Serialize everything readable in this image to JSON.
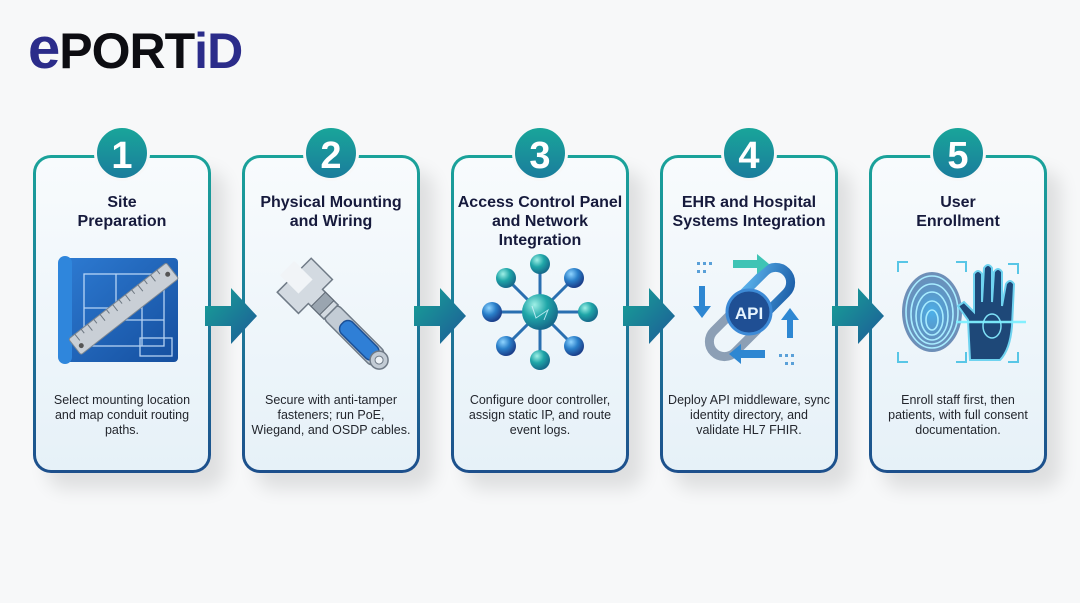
{
  "brand": {
    "logo_e": "e",
    "logo_port": "PORT",
    "logo_id": "iD",
    "colors": {
      "navy": "#2b2c8a",
      "black": "#0d0d12",
      "teal": "#19a59a",
      "blue": "#1d4f8c"
    }
  },
  "steps": [
    {
      "number": "1",
      "title": "Site Preparation",
      "icon": "blueprint-ruler-icon",
      "description": "Select mounting location and map conduit routing paths."
    },
    {
      "number": "2",
      "title": "Physical Mounting and Wiring",
      "icon": "wrench-icon",
      "description": "Secure with anti-tamper fasteners; run PoE, Wiegand, and OSDP cables."
    },
    {
      "number": "3",
      "title": "Access Control Panel and Network Integration",
      "icon": "network-hub-icon",
      "description": "Configure door controller, assign static IP, and route event logs."
    },
    {
      "number": "4",
      "title": "EHR and Hospital Systems Integration",
      "icon": "api-chain-link-icon",
      "icon_label": "API",
      "description": "Deploy API middleware, sync identity directory, and validate HL7 FHIR."
    },
    {
      "number": "5",
      "title": "User Enrollment",
      "icon": "fingerprint-hand-scan-icon",
      "description": "Enroll staff first, then patients, with full consent documentation."
    }
  ],
  "connectors": [
    "arrow-right",
    "arrow-right",
    "arrow-right",
    "arrow-right"
  ]
}
